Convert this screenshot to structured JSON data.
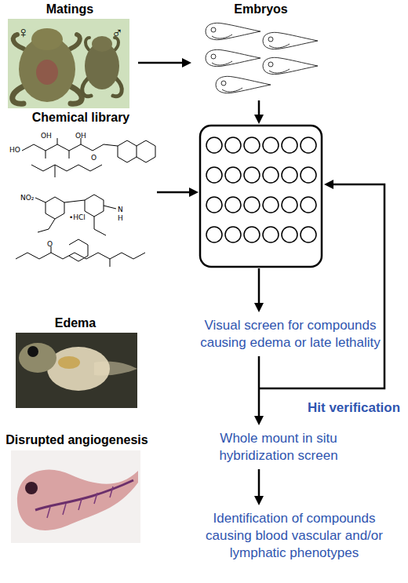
{
  "diagram": {
    "nodes": [
      {
        "text": [
          "Matings",
          "♀",
          "♂"
        ]
      },
      {
        "text": [
          "Embryos"
        ]
      },
      {
        "text": [
          "Chemical library"
        ]
      },
      {
        "text": [
          "Visual screen for compounds causing edema or late lethality"
        ]
      },
      {
        "text": [
          "Whole mount in situ hybridization screen"
        ]
      },
      {
        "text": [
          "Identification of compounds causing blood vascular and/or lymphatic phenotypes"
        ]
      },
      {
        "text": [
          "Edema"
        ]
      },
      {
        "text": [
          "Disrupted angiogenesis"
        ]
      }
    ],
    "edges": [
      {
        "from": 0,
        "to": 1,
        "arrow": "to"
      },
      {
        "from": 3,
        "to": 4,
        "arrow": "to"
      },
      {
        "from": 4,
        "to": 5,
        "arrow": "to"
      }
    ],
    "labels": [
      "Hit verification",
      "HO",
      "OH",
      "OH",
      "O",
      "NO₂",
      "•HCl",
      "N",
      "H",
      "O"
    ]
  }
}
